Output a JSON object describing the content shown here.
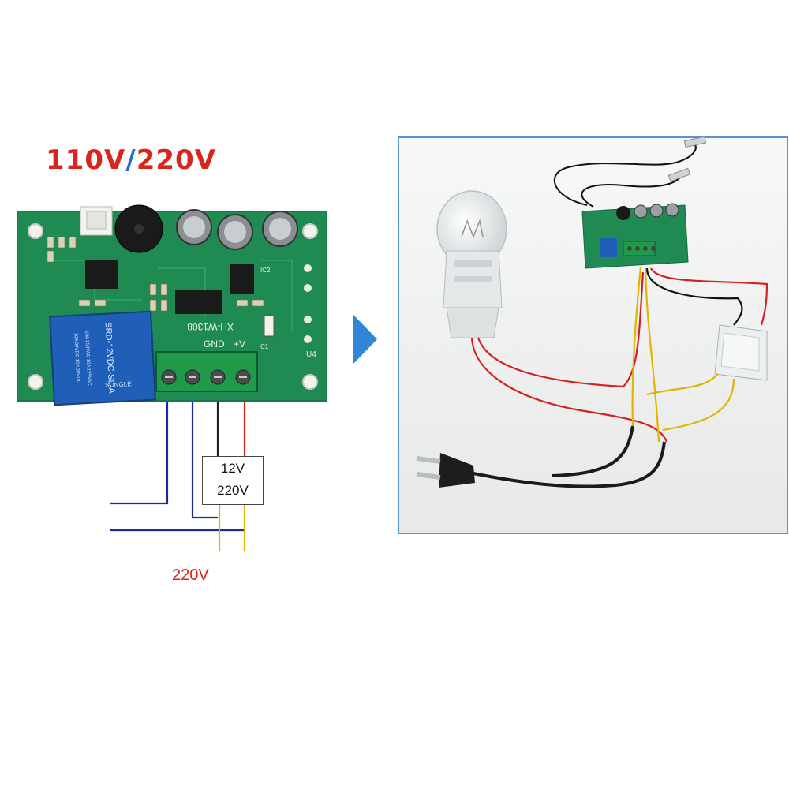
{
  "header": {
    "voltage_a": "110V",
    "separator": "/",
    "voltage_b": "220V"
  },
  "board": {
    "relay_model": "SRD-12VDC-SL-A",
    "relay_rating_1": "10A 250VAC  10A 125VAC",
    "relay_rating_2": "10A 30VDC  10A 28VDC",
    "relay_brand": "SONGLE",
    "board_model": "XH-W1308",
    "terminal_gnd": "GND",
    "terminal_v": "+V",
    "label_ic2": "IC2",
    "label_u4": "U4",
    "label_c1": "C1"
  },
  "supply_box": {
    "line1": "12V",
    "line2": "220V"
  },
  "footer": {
    "mains_voltage": "220V"
  },
  "colors": {
    "accent_red": "#d9251c",
    "accent_blue": "#1f6fd1",
    "pcb_green": "#1f8a52",
    "wire_blue": "#1a2a9c",
    "wire_yellow": "#e2b400",
    "wire_red": "#d61f1f",
    "arrow_blue": "#2f86d6",
    "photo_border": "#5a93d6"
  },
  "icons": [
    "arrow-right-icon",
    "bulb-icon",
    "plug-icon",
    "sensor-probe-icon",
    "power-supply-icon"
  ]
}
